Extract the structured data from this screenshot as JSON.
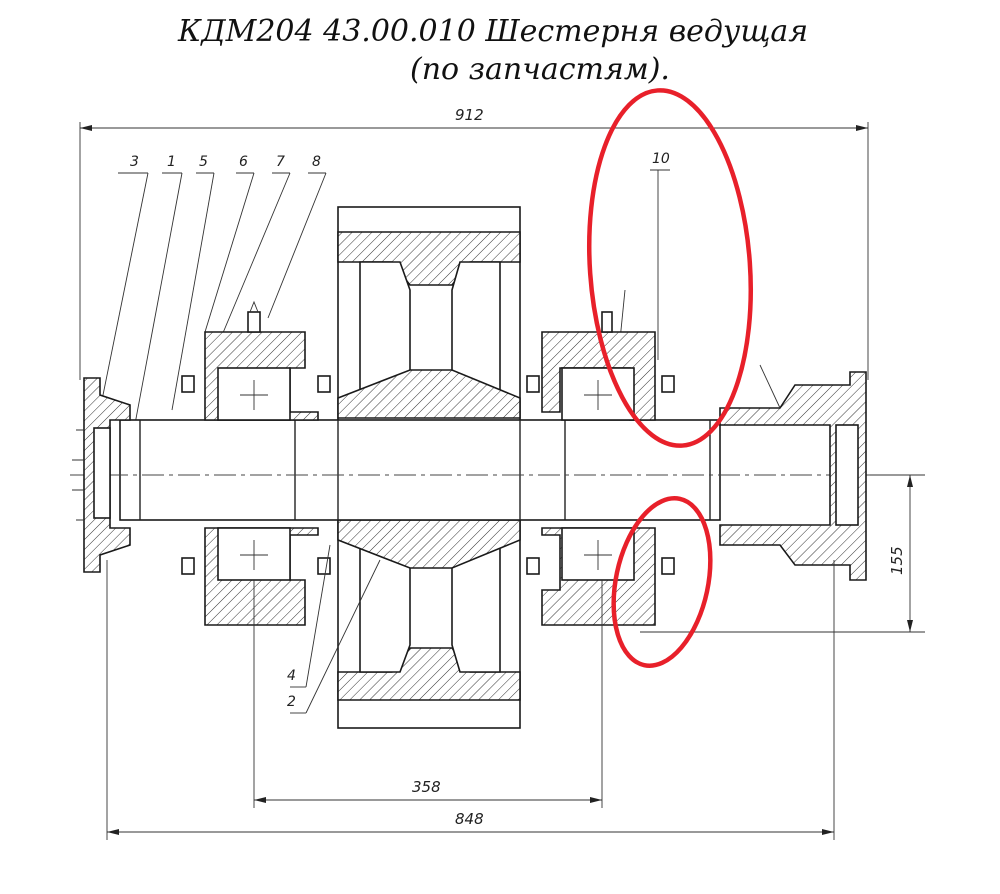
{
  "title": {
    "line1": "КДМ204 43.00.010 Шестерня ведущая",
    "line2": "(по запчастям)."
  },
  "dimensions": {
    "overall_length": "912",
    "bearing_span": "358",
    "flange_span": "848",
    "height": "155"
  },
  "callouts": [
    "3",
    "1",
    "5",
    "6",
    "7",
    "8",
    "10",
    "4",
    "2"
  ],
  "highlight_color": "#e8202a"
}
